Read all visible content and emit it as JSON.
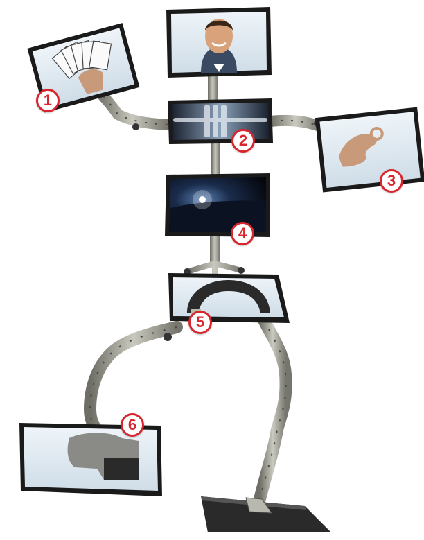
{
  "badges": [
    {
      "label": "1",
      "name": "monitor-1-left-arm"
    },
    {
      "label": "2",
      "name": "monitor-2-chest"
    },
    {
      "label": "3",
      "name": "monitor-3-right-arm"
    },
    {
      "label": "4",
      "name": "monitor-4-torso"
    },
    {
      "label": "5",
      "name": "monitor-5-pelvis"
    },
    {
      "label": "6",
      "name": "monitor-6-left-leg"
    }
  ],
  "colors": {
    "badge_accent": "#d9262e",
    "screen_frame": "#1a1a1a",
    "arm_metal": "#9a9a90",
    "screen_glow": "#dde8f0"
  }
}
